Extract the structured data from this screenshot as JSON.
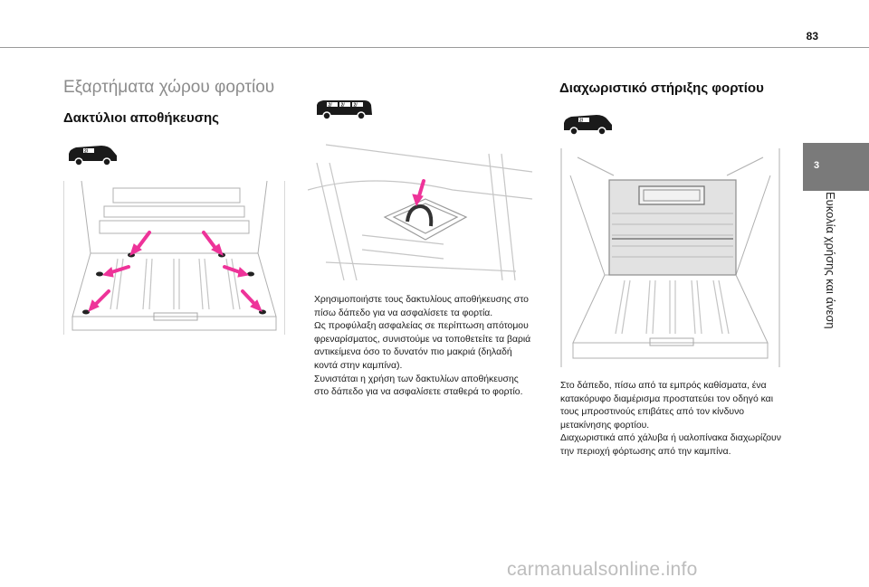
{
  "page": {
    "number": "83",
    "chapter_number": "3",
    "chapter_title": "Ευκολία χρήσης και άνεση"
  },
  "sections": {
    "main_title": "Εξαρτήματα χώρου φορτίου",
    "tie_rings": {
      "heading": "Δακτύλιοι αποθήκευσης",
      "paragraphs": [
        "Χρησιμοποιήστε τους δακτυλίους αποθήκευσης στο πίσω δάπεδο για να ασφαλίσετε τα φορτία.",
        "Ως προφύλαξη ασφαλείας σε περίπτωση απότομου φρεναρίσματος, συνιστούμε να τοποθετείτε τα βαριά αντικείμενα όσο το δυνατόν πιο μακριά (δηλαδή κοντά στην καμπίνα).",
        "Συνιστάται η χρήση των δακτυλίων αποθήκευσης στο δάπεδο για να ασφαλίσετε σταθερά το φορτίο."
      ]
    },
    "partition": {
      "heading": "Διαχωριστικό στήριξης φορτίου",
      "paragraphs": [
        "Στο δάπεδο, πίσω από τα εμπρός καθίσματα, ένα κατακόρυφο διαμέρισμα προστατεύει τον οδηγό και τους μπροστινούς επιβάτες από τον κίνδυνο μετακίνησης φορτίου.",
        "Διαχωριστικά από χάλυβα ή υαλοπίνακα διαχωρίζουν την περιοχή φόρτωσης από την καμπίνα."
      ]
    }
  },
  "icons": {
    "van_badge_1": "2/",
    "van_badge_2": "2/",
    "van_badge_3": "2/",
    "van_badge_4": "2/",
    "van_badge_5": "2/"
  },
  "colors": {
    "arrow": "#ee3399",
    "side_tab": "#7a7a7a",
    "heading_grey": "#8c8c8c"
  },
  "watermark": "carmanualsonline.info"
}
